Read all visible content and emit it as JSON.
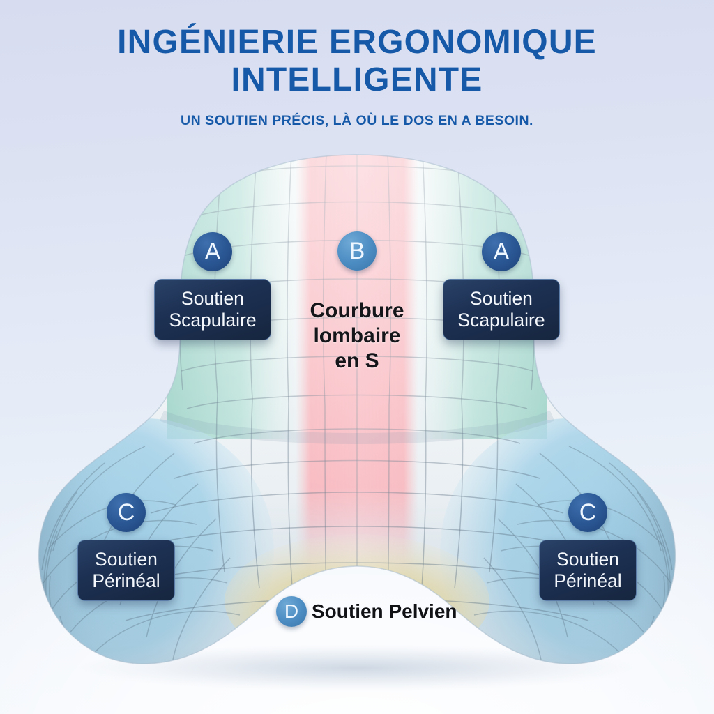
{
  "header": {
    "title_line_1": "INGÉNIERIE ERGONOMIQUE",
    "title_line_2": "INTELLIGENTE",
    "subtitle": "UN SOUTIEN PRÉCIS, LÀ OÙ LE DOS EN A BESOIN.",
    "title_color": "#1559a8"
  },
  "markers": {
    "a_left": {
      "letter": "A",
      "label": "Soutien\nScapulaire",
      "style": "plate",
      "bullet_color": "#2a5794"
    },
    "b_center": {
      "letter": "B",
      "label": "Courbure\nlombaire\nen S",
      "style": "plain",
      "bullet_color": "#4b8cc2"
    },
    "a_right": {
      "letter": "A",
      "label": "Soutien\nScapulaire",
      "style": "plate",
      "bullet_color": "#2a5794"
    },
    "c_left": {
      "letter": "C",
      "label": "Soutien\nPérinéal",
      "style": "plate",
      "bullet_color": "#2a5794"
    },
    "c_right": {
      "letter": "C",
      "label": "Soutien\nPérinéal",
      "style": "plate",
      "bullet_color": "#2a5794"
    },
    "d_bottom": {
      "letter": "D",
      "label": "Soutien Pelvien",
      "style": "inline",
      "bullet_color": "#4b8cc2"
    }
  },
  "product": {
    "name": "coussin-lombaire-ergonomique",
    "zones": [
      {
        "id": "scapular-left",
        "color": "#b9dfd8",
        "label": "Soutien Scapulaire"
      },
      {
        "id": "scapular-right",
        "color": "#b9dfd8",
        "label": "Soutien Scapulaire"
      },
      {
        "id": "lumbar-center",
        "color": "#f8b9bf",
        "label": "Courbure lombaire en S"
      },
      {
        "id": "perineal-left",
        "color": "#a7d3ea",
        "label": "Soutien Périnéal"
      },
      {
        "id": "perineal-right",
        "color": "#a7d3ea",
        "label": "Soutien Périnéal"
      },
      {
        "id": "pelvic-bottom",
        "color": "#e9dca6",
        "label": "Soutien Pelvien"
      }
    ],
    "body_color": "#f2f5f7"
  },
  "background": {
    "top_color": "#d7dcf0",
    "bottom_color": "#f2f6fc"
  }
}
